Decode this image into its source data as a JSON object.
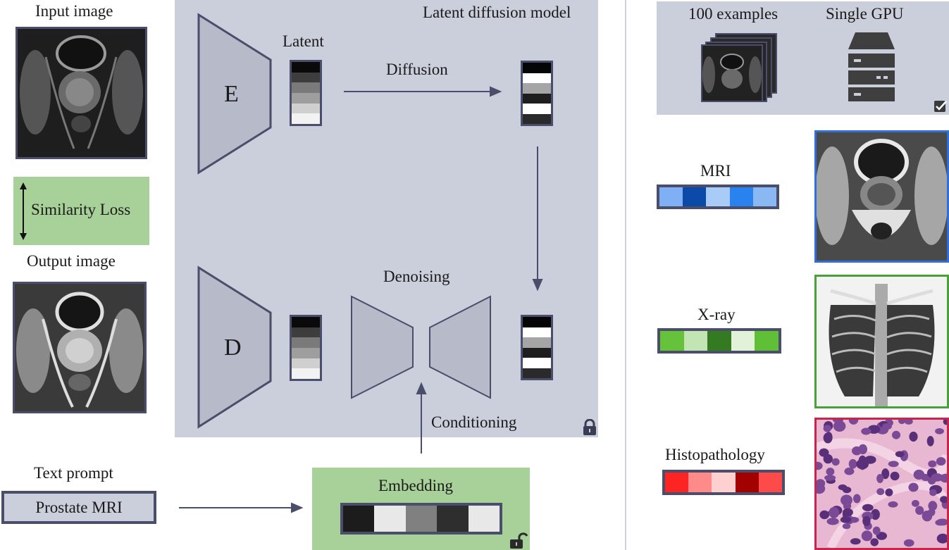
{
  "left": {
    "input_label": "Input image",
    "similarity_label": "Similarity Loss",
    "output_label": "Output image",
    "prompt_title": "Text prompt",
    "prompt_value": "Prostate MRI"
  },
  "ldm": {
    "title": "Latent diffusion model",
    "encoder_letter": "E",
    "decoder_letter": "D",
    "latent_label": "Latent",
    "diffusion_label": "Diffusion",
    "denoising_label": "Denoising",
    "conditioning_label": "Conditioning",
    "embedding_label": "Embedding",
    "latent_colors_a": [
      "#0a0a0a",
      "#3d3d3d",
      "#7a7a7a",
      "#9e9e9e",
      "#cfcfcf",
      "#f2f2f2"
    ],
    "latent_colors_b": [
      "#050505",
      "#ffffff",
      "#a5a5a5",
      "#1e1e1e",
      "#ffffff",
      "#2a2a2a"
    ],
    "embedding_colors": [
      "#1c1c1c",
      "#e8e8e8",
      "#808080",
      "#2e2e2e",
      "#e8e8e8"
    ],
    "lock_icon": "lock-icon",
    "unlock_icon": "unlock-icon"
  },
  "right": {
    "examples_label": "100 examples",
    "gpu_label": "Single GPU",
    "checkbox_icon": "checkbox-icon",
    "modalities": [
      {
        "label": "MRI",
        "colors": [
          "#7fb0f5",
          "#0b4aa8",
          "#a8ccf7",
          "#2a82ee",
          "#8ab8f2"
        ],
        "border": "#2f6fdc"
      },
      {
        "label": "X-ray",
        "colors": [
          "#66c23a",
          "#c3e5b3",
          "#347a22",
          "#e2f2d9",
          "#5fbf36"
        ],
        "border": "#4aa03a"
      },
      {
        "label": "Histopathology",
        "colors": [
          "#ff2424",
          "#ff8a8a",
          "#ffd0d0",
          "#a30000",
          "#ff4a4a"
        ],
        "border": "#c7264a"
      }
    ]
  }
}
